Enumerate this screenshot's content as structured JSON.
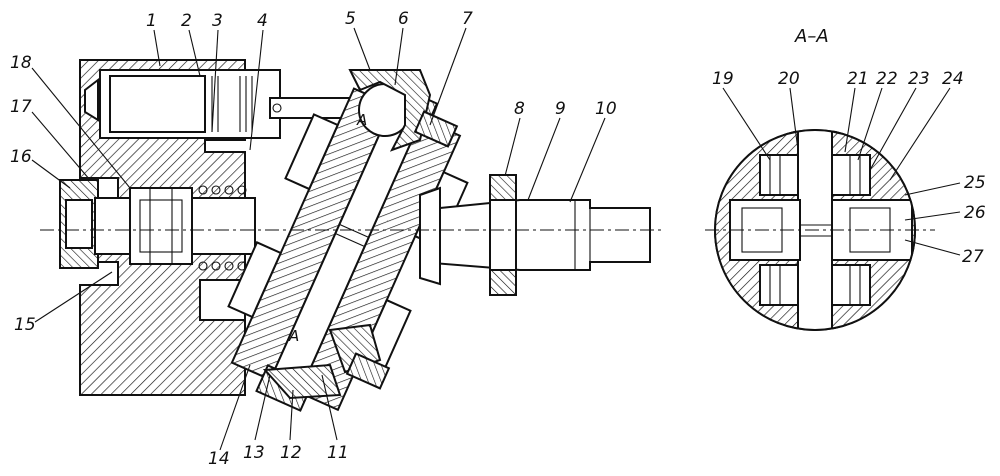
{
  "section_title": "A–A",
  "cut_marks": [
    "A",
    "A"
  ],
  "callouts": [
    "1",
    "2",
    "3",
    "4",
    "5",
    "6",
    "7",
    "8",
    "9",
    "10",
    "11",
    "12",
    "13",
    "14",
    "15",
    "16",
    "17",
    "18",
    "19",
    "20",
    "21",
    "22",
    "23",
    "24",
    "25",
    "26",
    "27"
  ]
}
